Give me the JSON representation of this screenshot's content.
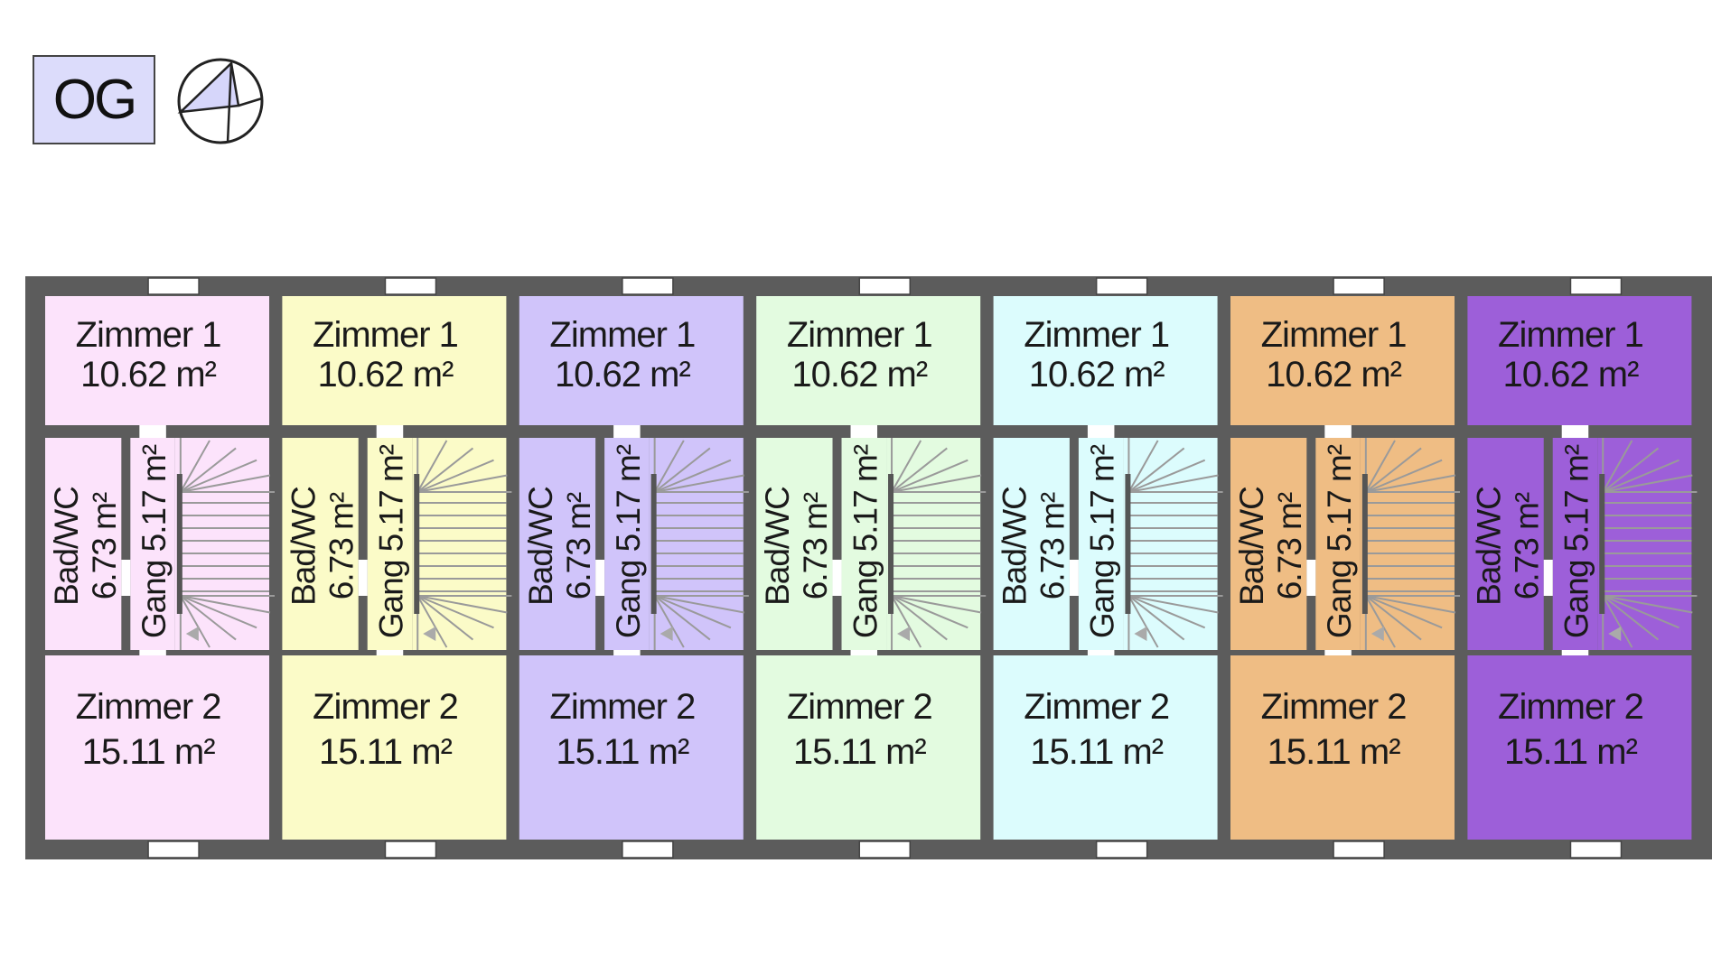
{
  "floor_label": "OG",
  "icons": {
    "compass": "north-arrow-icon"
  },
  "units": [
    {
      "color": "#fce3fb",
      "zimmer1": {
        "name": "Zimmer 1",
        "area": "10.62 m²"
      },
      "bad": {
        "name": "Bad/WC",
        "area": "6.73 m²"
      },
      "gang": {
        "name": "Gang",
        "area": "5.17 m²"
      },
      "zimmer2": {
        "name": "Zimmer 2",
        "area": "15.11 m²"
      }
    },
    {
      "color": "#fbfbc8",
      "zimmer1": {
        "name": "Zimmer 1",
        "area": "10.62 m²"
      },
      "bad": {
        "name": "Bad/WC",
        "area": "6.73 m²"
      },
      "gang": {
        "name": "Gang",
        "area": "5.17 m²"
      },
      "zimmer2": {
        "name": "Zimmer 2",
        "area": "15.11 m²"
      }
    },
    {
      "color": "#d0c4fa",
      "zimmer1": {
        "name": "Zimmer 1",
        "area": "10.62 m²"
      },
      "bad": {
        "name": "Bad/WC",
        "area": "6.73 m²"
      },
      "gang": {
        "name": "Gang",
        "area": "5.17 m²"
      },
      "zimmer2": {
        "name": "Zimmer 2",
        "area": "15.11 m²"
      }
    },
    {
      "color": "#e3fbe0",
      "zimmer1": {
        "name": "Zimmer 1",
        "area": "10.62 m²"
      },
      "bad": {
        "name": "Bad/WC",
        "area": "6.73 m²"
      },
      "gang": {
        "name": "Gang",
        "area": "5.17 m²"
      },
      "zimmer2": {
        "name": "Zimmer 2",
        "area": "15.11 m²"
      }
    },
    {
      "color": "#dcfcfd",
      "zimmer1": {
        "name": "Zimmer 1",
        "area": "10.62 m²"
      },
      "bad": {
        "name": "Bad/WC",
        "area": "6.73 m²"
      },
      "gang": {
        "name": "Gang",
        "area": "5.17 m²"
      },
      "zimmer2": {
        "name": "Zimmer 2",
        "area": "15.11 m²"
      }
    },
    {
      "color": "#efbd84",
      "zimmer1": {
        "name": "Zimmer 1",
        "area": "10.62 m²"
      },
      "bad": {
        "name": "Bad/WC",
        "area": "6.73 m²"
      },
      "gang": {
        "name": "Gang",
        "area": "5.17 m²"
      },
      "zimmer2": {
        "name": "Zimmer 2",
        "area": "15.11 m²"
      }
    },
    {
      "color": "#9d5fd9",
      "zimmer1": {
        "name": "Zimmer 1",
        "area": "10.62 m²"
      },
      "bad": {
        "name": "Bad/WC",
        "area": "6.73 m²"
      },
      "gang": {
        "name": "Gang",
        "area": "5.17 m²"
      },
      "zimmer2": {
        "name": "Zimmer 2",
        "area": "15.11 m²"
      }
    }
  ]
}
